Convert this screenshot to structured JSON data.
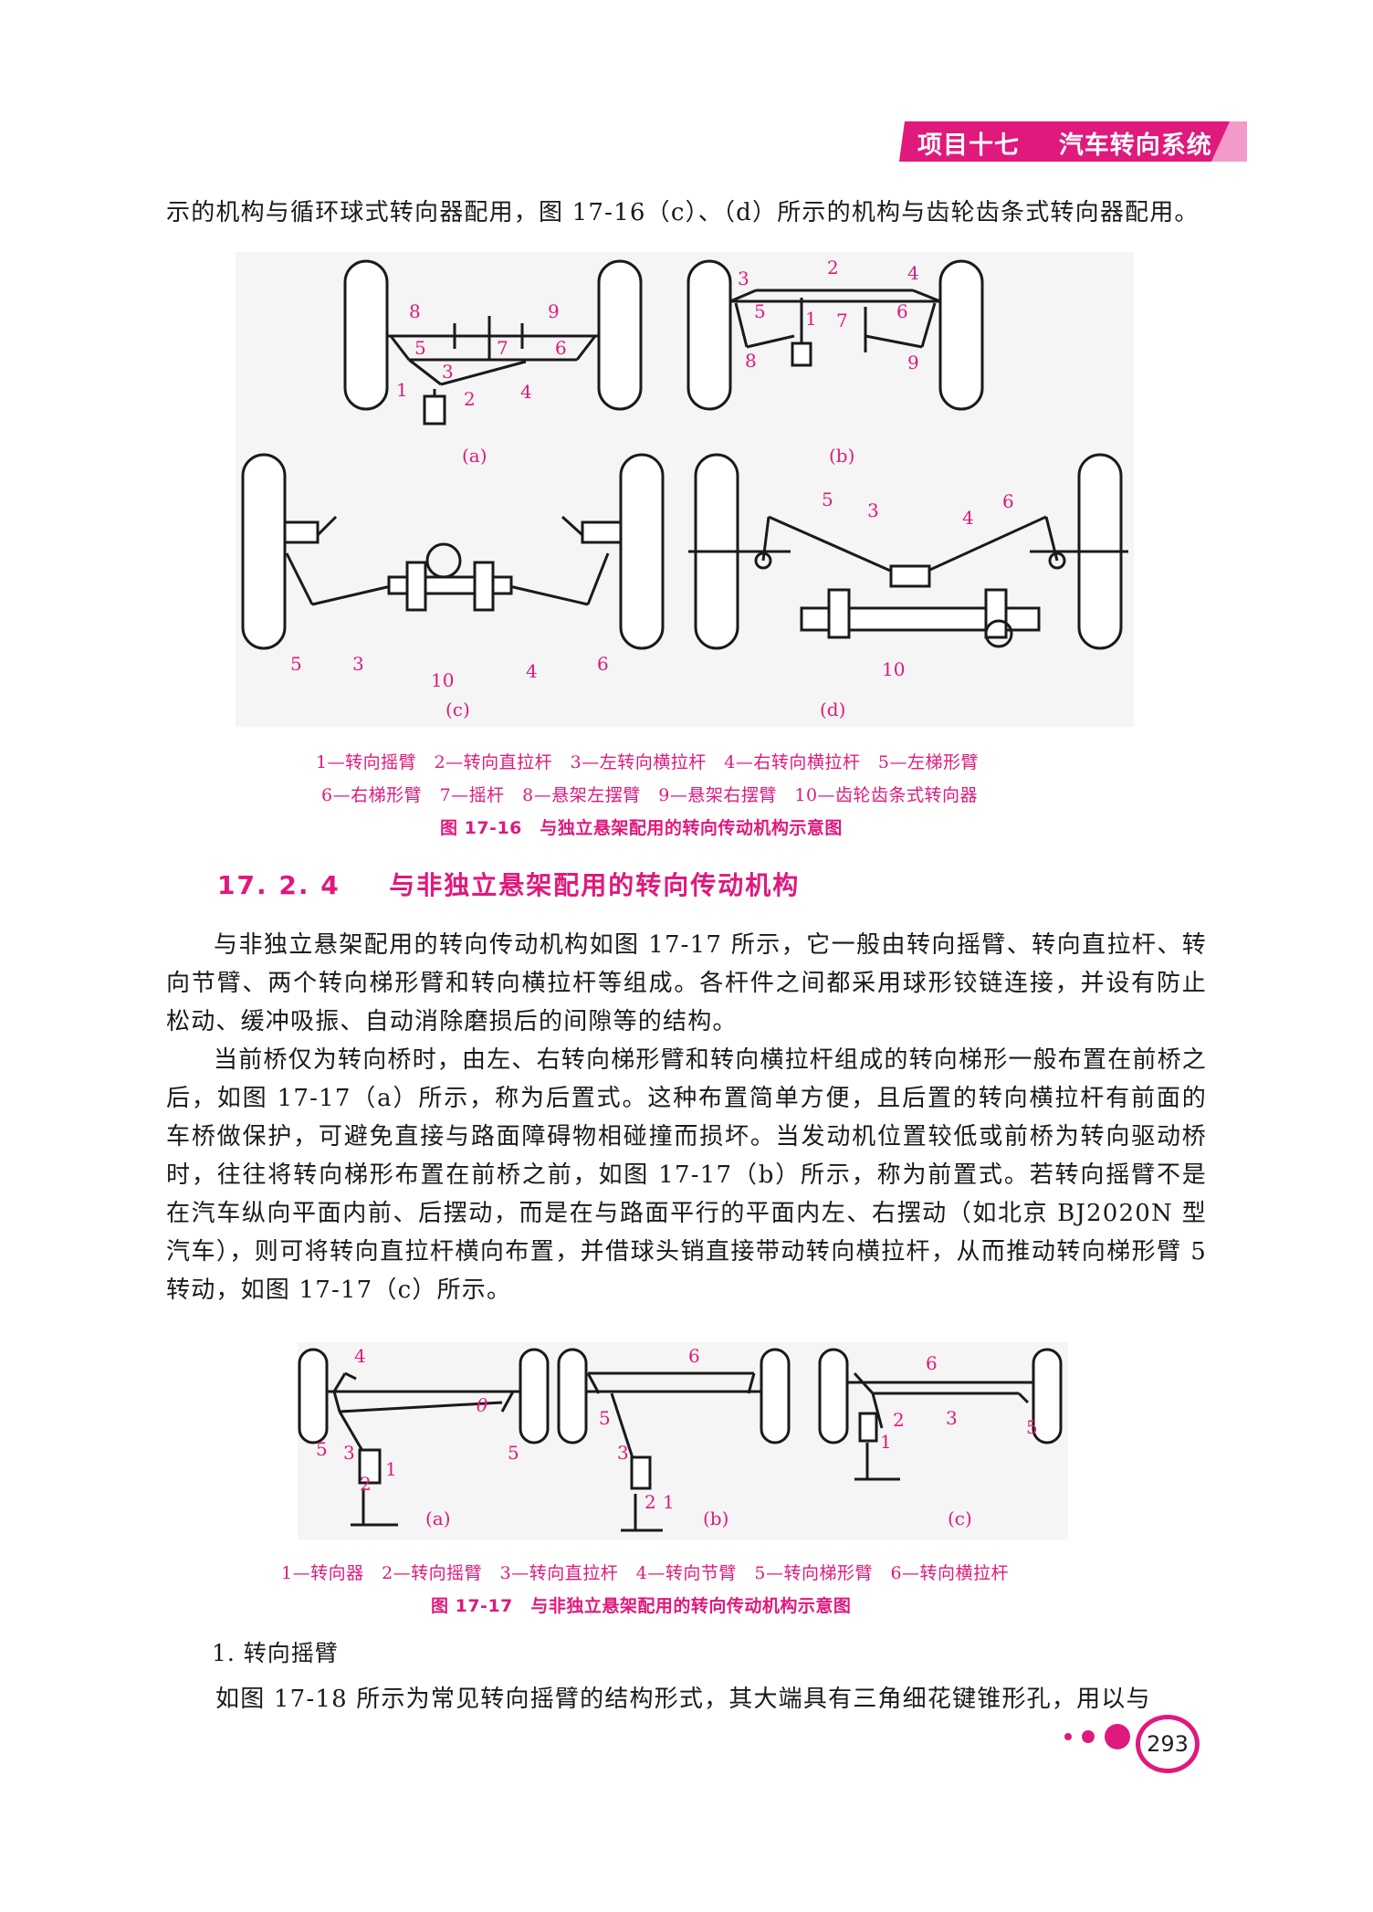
{
  "header": {
    "chapter": "项目十七",
    "title": "汽车转向系统"
  },
  "paragraphs": {
    "p0": "示的机构与循环球式转向器配用，图 17-16（c）、（d）所示的机构与齿轮齿条式转向器配用。",
    "p1": "与非独立悬架配用的转向传动机构如图 17-17 所示，它一般由转向摇臂、转向直拉杆、转向节臂、两个转向梯形臂和转向横拉杆等组成。各杆件之间都采用球形铰链连接，并设有防止松动、缓冲吸振、自动消除磨损后的间隙等的结构。",
    "p2": "当前桥仅为转向桥时，由左、右转向梯形臂和转向横拉杆组成的转向梯形一般布置在前桥之后，如图 17-17（a）所示，称为后置式。这种布置简单方便，且后置的转向横拉杆有前面的车桥做保护，可避免直接与路面障碍物相碰撞而损坏。当发动机位置较低或前桥为转向驱动桥时，往往将转向梯形布置在前桥之前，如图 17-17（b）所示，称为前置式。若转向摇臂不是在汽车纵向平面内前、后摆动，而是在与路面平行的平面内左、右摆动（如北京 BJ2020N 型汽车），则可将转向直拉杆横向布置，并借球头销直接带动转向横拉杆，从而推动转向梯形臂 5 转动，如图 17-17（c）所示。",
    "p3": "如图 17-18 所示为常见转向摇臂的结构形式，其大端具有三角细花键锥形孔，用以与"
  },
  "figure1": {
    "sub_a": "(a)",
    "sub_b": "(b)",
    "sub_c": "(c)",
    "sub_d": "(d)",
    "legend_line1": "1—转向摇臂　2—转向直拉杆　3—左转向横拉杆　4—右转向横拉杆　5—左梯形臂",
    "legend_line2": "6—右梯形臂　7—摇杆　8—悬架左摆臂　9—悬架右摆臂　10—齿轮齿条式转向器",
    "title": "图 17-16　与独立悬架配用的转向传动机构示意图",
    "labels": [
      "1",
      "2",
      "3",
      "4",
      "5",
      "6",
      "7",
      "8",
      "9",
      "10"
    ]
  },
  "section": {
    "number": "17. 2. 4",
    "title": "与非独立悬架配用的转向传动机构"
  },
  "figure2": {
    "sub_a": "(a)",
    "sub_b": "(b)",
    "sub_c": "(c)",
    "theta": "θ",
    "legend": "1—转向器　2—转向摇臂　3—转向直拉杆　4—转向节臂　5—转向梯形臂　6—转向横拉杆",
    "title": "图 17-17　与非独立悬架配用的转向传动机构示意图"
  },
  "subsection": "1. 转向摇臂",
  "page_number": "293",
  "colors": {
    "accent": "#e0197c",
    "header_light": "#f49ac8"
  }
}
